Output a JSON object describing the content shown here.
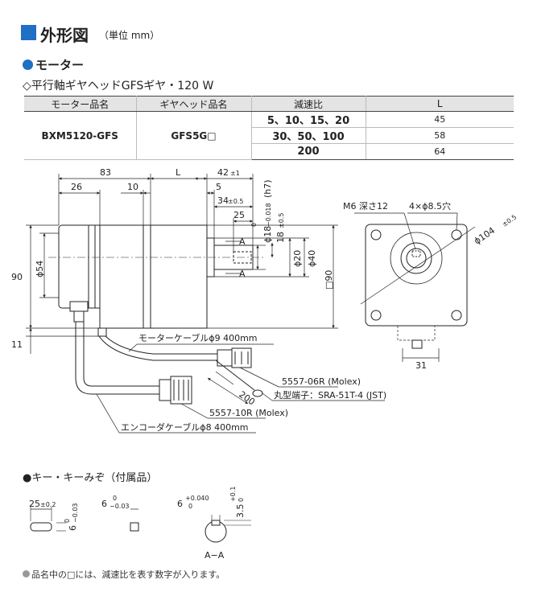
{
  "header": {
    "title": "外形図",
    "unit": "（単位 mm）",
    "section_motor": "モーター",
    "subsection": "◇平行軸ギヤヘッドGFSギヤ・120 W"
  },
  "spec_table": {
    "headers": [
      "モーター品名",
      "ギヤヘッド品名",
      "減速比",
      "L"
    ],
    "motor_model": "BXM5120-GFS",
    "gear_model": "GFS5G□",
    "rows": [
      {
        "ratio": "5、10、15、20",
        "L": "45"
      },
      {
        "ratio": "30、50、100",
        "L": "58"
      },
      {
        "ratio": "200",
        "L": "64"
      }
    ]
  },
  "drawing": {
    "dims": {
      "d83": "83",
      "dL": "L",
      "d42": "42",
      "d42tol": "±1",
      "d26": "26",
      "d10": "10",
      "d5": "5",
      "d34": "34",
      "d34tol": "±0.5",
      "d25": "25",
      "d90": "90",
      "d54": "ϕ54",
      "d11": "11",
      "d18": "ϕ18",
      "d18tol_top": "0",
      "d18tol_bot": "−0.018",
      "d18fit": "(h7)",
      "d18b": "18",
      "d18btol": "±0.5",
      "d20": "ϕ20",
      "d40": "ϕ40",
      "box90": "□90",
      "secA1": "A",
      "secA2": "A",
      "d31": "31",
      "d200": "200",
      "d104": "ϕ104",
      "d104tol": "±0.5",
      "m6": "M6 深さ12",
      "holes": "4×ϕ8.5穴"
    },
    "labels": {
      "motor_cable": "モーターケーブルϕ9 400mm",
      "connector6": "5557-06R (Molex)",
      "terminal": "丸型端子：SRA-51T-4 (JST)",
      "connector10": "5557-10R (Molex)",
      "encoder_cable": "エンコーダケーブルϕ8 400mm"
    }
  },
  "accessories": {
    "heading": "●キー・キーみぞ（付属品）",
    "key_len": "25",
    "key_len_tol": "±0.2",
    "key_w": "6",
    "key_w_tol_top": "0",
    "key_w_tol_bot": "−0.03",
    "slot_w": "6",
    "slot_tol_top": "+0.040",
    "slot_tol_bot": "0",
    "slot_d": "3.5",
    "slot_d_tol_top": "+0.1",
    "slot_d_tol_bot": "0",
    "section_label": "A−A"
  },
  "footnote": "品名中の□には、減速比を表す数字が入ります。",
  "colors": {
    "accent": "#1f6fc4",
    "table_header": "#e4e4e4"
  }
}
